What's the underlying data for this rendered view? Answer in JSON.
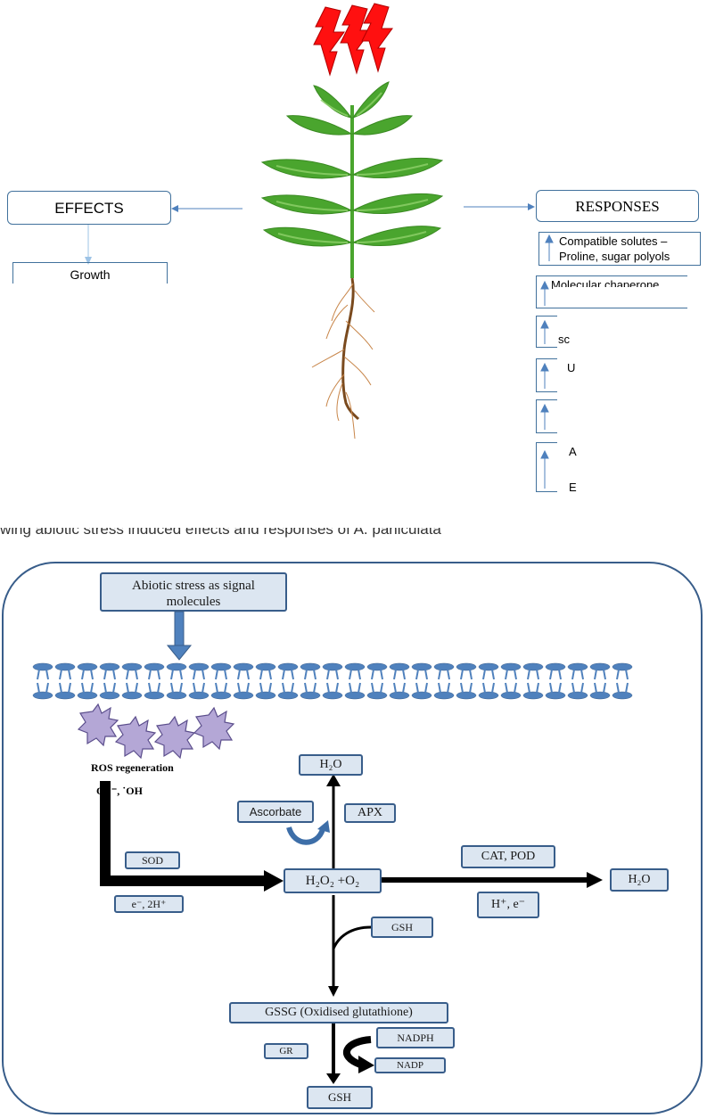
{
  "top_figure": {
    "effects_label": "EFFECTS",
    "effects_item_partial": "Growth",
    "responses_label": "RESPONSES",
    "responses_item_1_line1": "Compatible solutes –",
    "responses_item_1_line2": "Proline, sugar polyols",
    "responses_item_2_partial": "Molecular chaperone",
    "responses_item_3_partial": "sc",
    "responses_item_4_partial": "U",
    "responses_item_6_partial_a": "A",
    "responses_item_6_partial_b": "E",
    "caption_partial": "wing abiotic stress induced effects and responses of A. paniculata"
  },
  "pathway": {
    "signal_box_line1": "Abiotic stress as signal",
    "signal_box_line2": "molecules",
    "ros_label": "ROS regeneration",
    "radicals": "O₂˙⁻, ˙OH",
    "h2o_top": "H₂O",
    "ascorbate": "Ascorbate",
    "apx": "APX",
    "sod": "SOD",
    "electrons": "e⁻, 2H⁺",
    "h2o2_o2": "H₂O₂ +O₂",
    "cat_pod": "CAT, POD",
    "h_e": "H⁺, e⁻",
    "h2o_right": "H₂O",
    "gsh_side": "GSH",
    "gssg": "GSSG (Oxidised glutathione)",
    "gr": "GR",
    "nadph": "NADPH",
    "nadp": "NADP",
    "gsh_bottom": "GSH"
  },
  "colors": {
    "leaf_green": "#4aa52e",
    "leaf_highlight": "#8fd16a",
    "lightning_red": "#ff1010",
    "root_brown": "#7a4a1e",
    "box_border": "#41719c",
    "process_fill": "#dce6f1",
    "process_border": "#385d8a",
    "membrane_blue": "#4f81bd",
    "ros_fill": "#b4a7d6"
  }
}
